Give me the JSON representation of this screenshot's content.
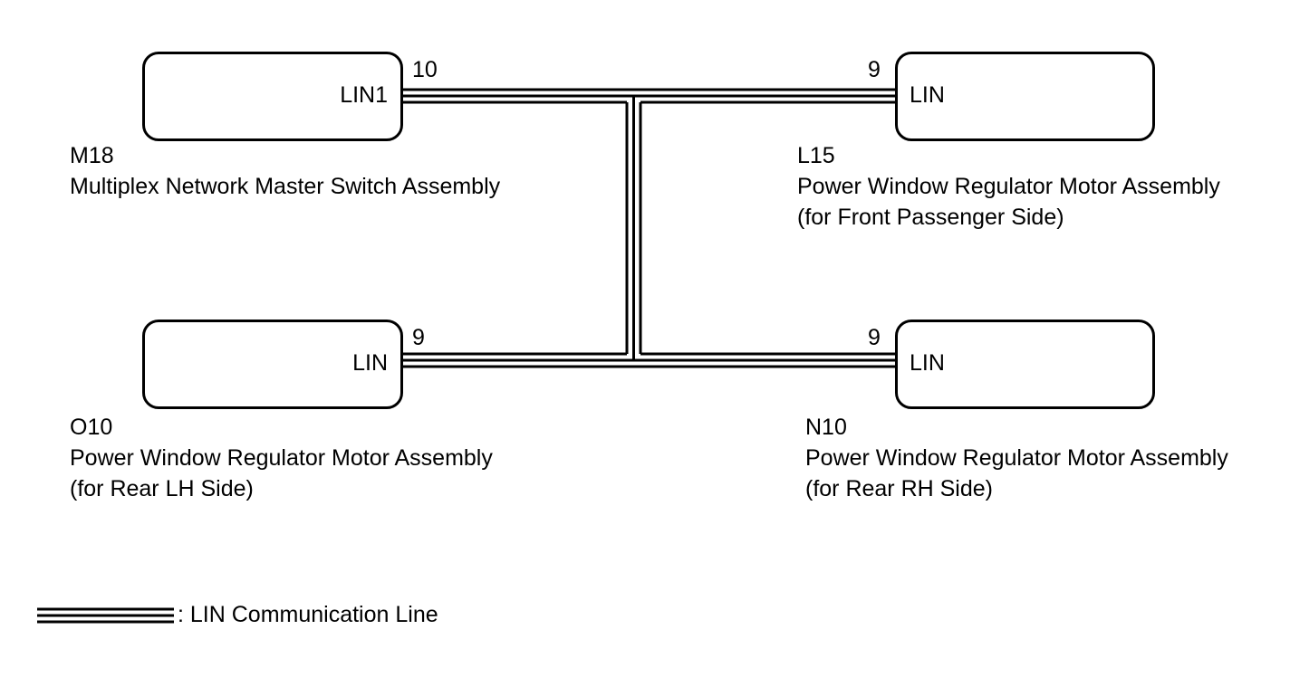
{
  "components": [
    {
      "id": "m18",
      "code": "M18",
      "name": "Multiplex Network Master Switch Assembly",
      "note": "",
      "pin_label": "LIN1",
      "pin_number": "10"
    },
    {
      "id": "l15",
      "code": "L15",
      "name": "Power Window Regulator Motor Assembly",
      "note": "(for Front Passenger Side)",
      "pin_label": "LIN",
      "pin_number": "9"
    },
    {
      "id": "o10",
      "code": "O10",
      "name": "Power Window Regulator Motor Assembly",
      "note": "(for Rear LH Side)",
      "pin_label": "LIN",
      "pin_number": "9"
    },
    {
      "id": "n10",
      "code": "N10",
      "name": "Power Window Regulator Motor Assembly",
      "note": "(for Rear RH Side)",
      "pin_label": "LIN",
      "pin_number": "9"
    }
  ],
  "legend": {
    "label": ": LIN Communication Line"
  }
}
